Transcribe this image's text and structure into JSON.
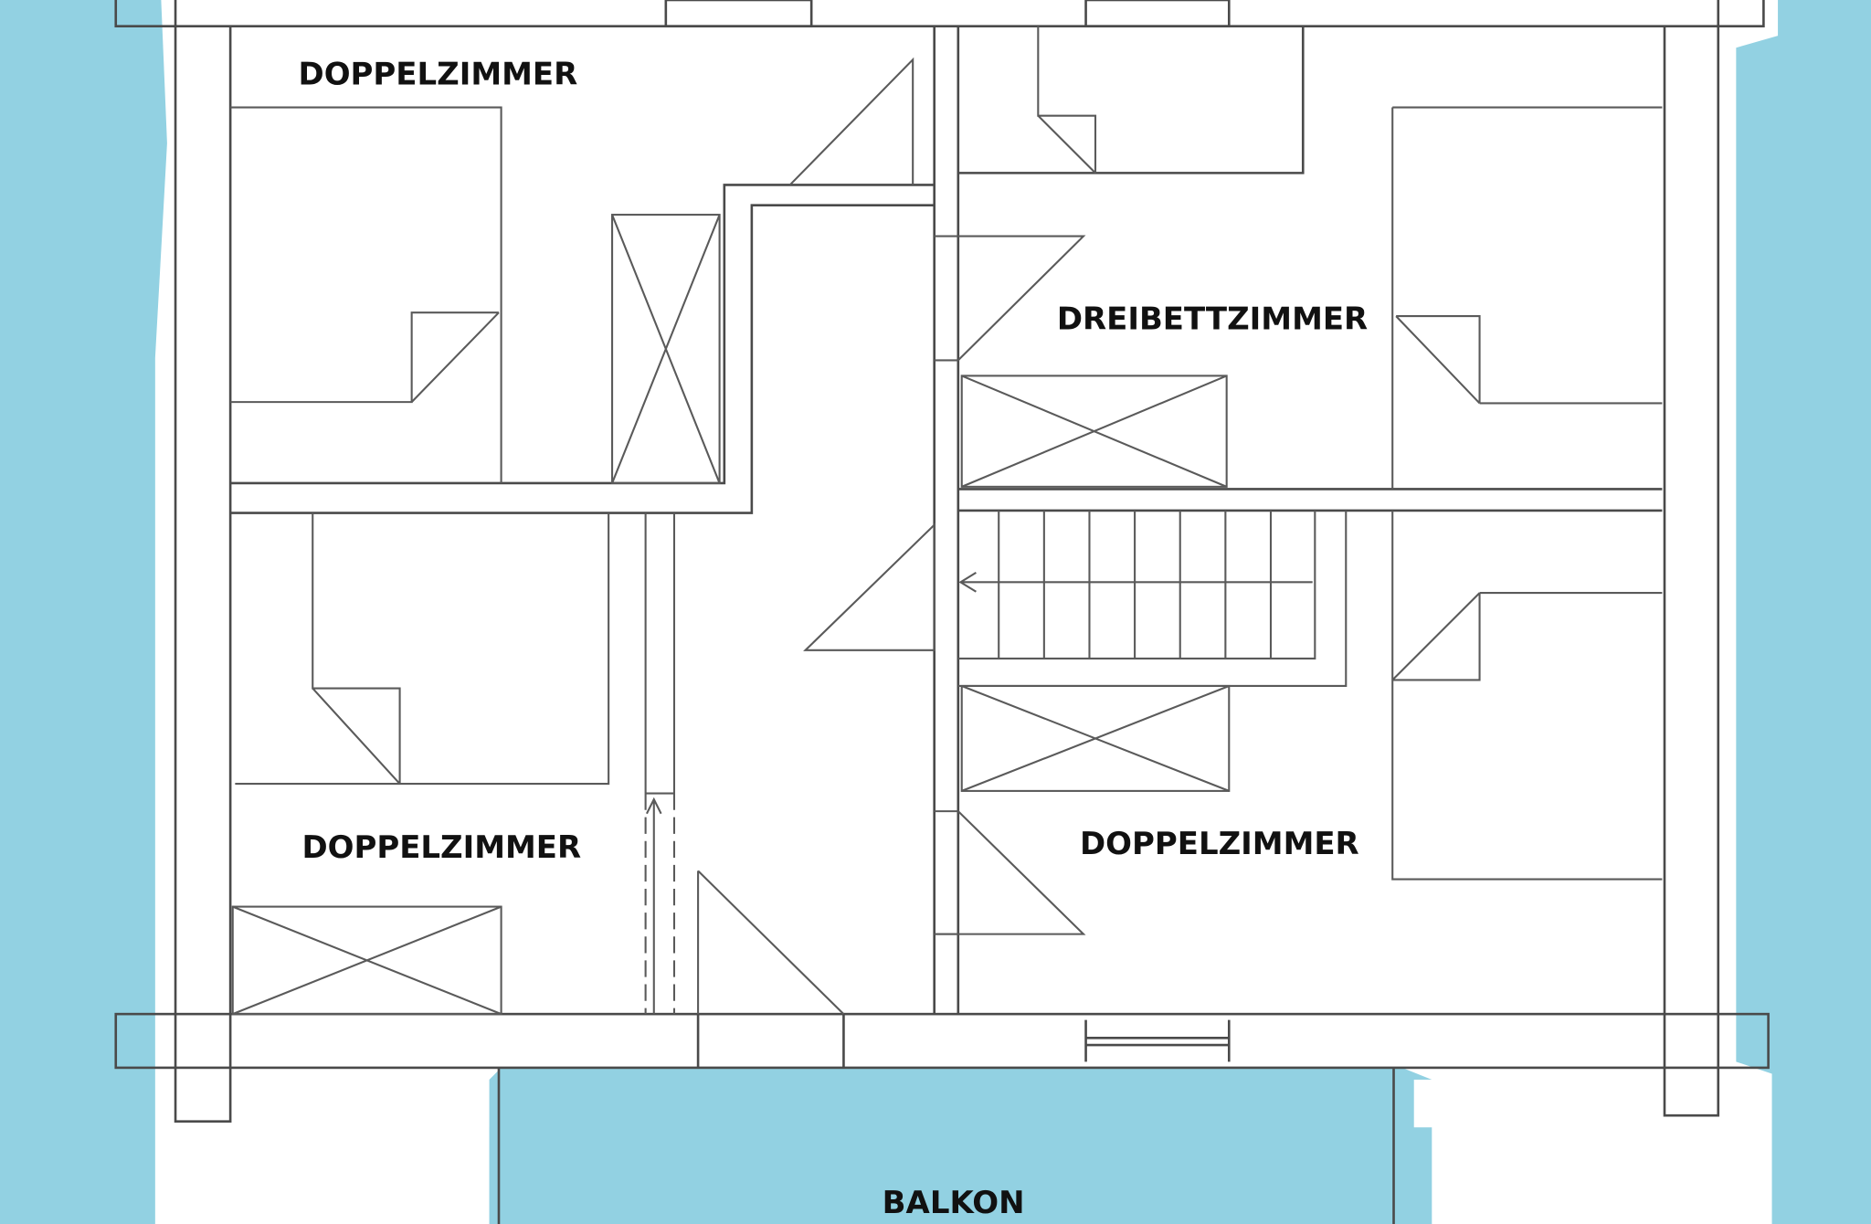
{
  "plan": {
    "rooms": {
      "top_left": "DOPPELZIMMER",
      "bottom_left": "DOPPELZIMMER",
      "top_right": "DREIBETTZIMMER",
      "bottom_right": "DOPPELZIMMER",
      "balcony": "BALKON"
    },
    "colors": {
      "background": "#92d1e2",
      "paper": "#ffffff",
      "lines": "#4a4a4a"
    }
  }
}
